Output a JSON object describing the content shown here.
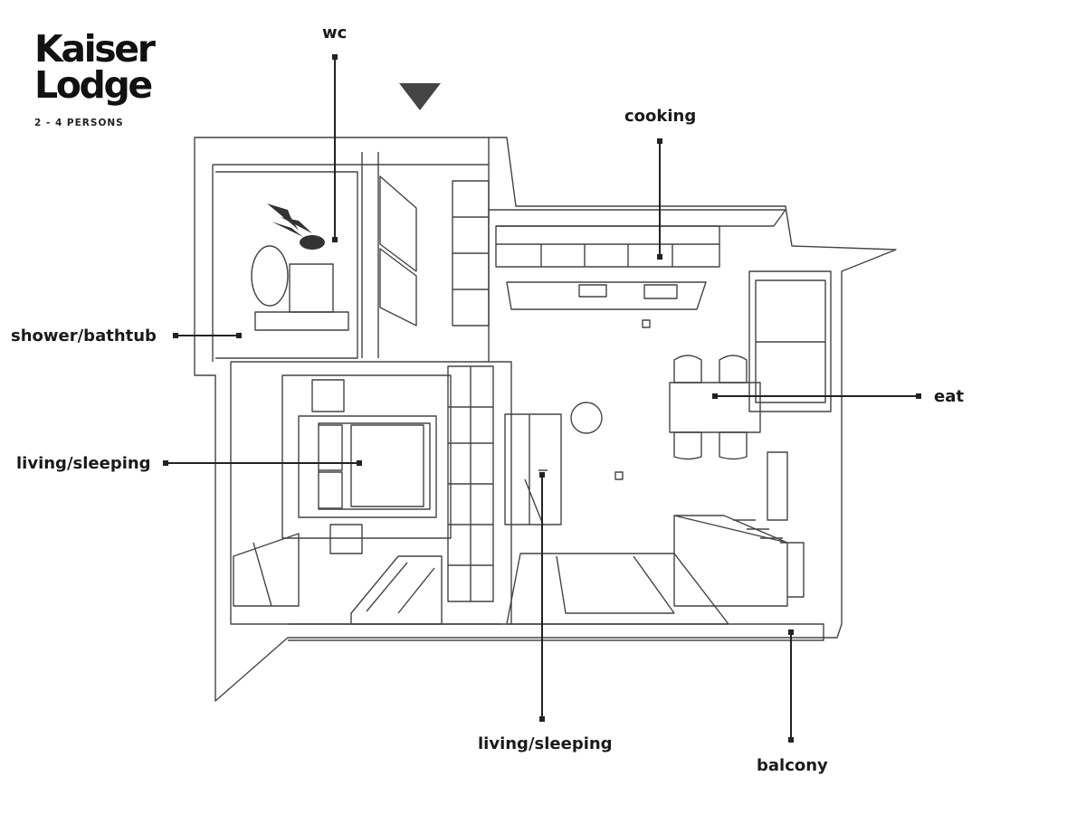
{
  "brand": {
    "line1": "Kaiser",
    "line2": "Lodge",
    "capacity": "2 - 4 PERSONS"
  },
  "compass_icon": "north-triangle-icon",
  "colors": {
    "ink": "#1a1a1a",
    "line": "#444444",
    "marker": "#555555",
    "background": "#ffffff"
  },
  "rooms": {
    "wc": "wc",
    "cooking": "cooking",
    "shower": "shower/bathtub",
    "eat": "eat",
    "living_left": "living/sleeping",
    "living_bottom": "living/sleeping",
    "balcony": "balcony"
  }
}
